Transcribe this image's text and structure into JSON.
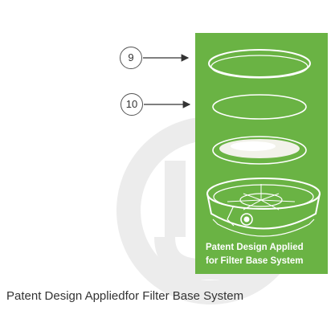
{
  "figure": {
    "callouts": [
      {
        "number": "9",
        "part": "ring"
      },
      {
        "number": "10",
        "part": "disc"
      }
    ],
    "panel_caption": [
      "Patent Design Applied",
      "for Filter Base System"
    ],
    "bottom_caption": "Patent Design Appliedfor Filter Base System",
    "colors": {
      "panel": "#6ab344",
      "panel_text": "#ffffff",
      "caption_text": "#333333",
      "watermark": "#e8e8e8"
    }
  }
}
